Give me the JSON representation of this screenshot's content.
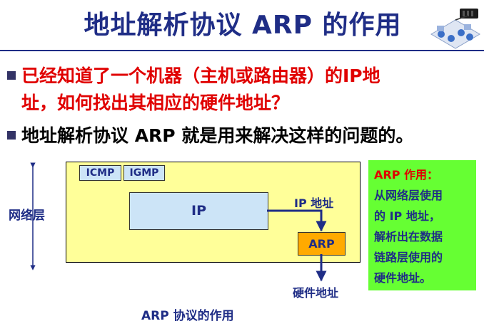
{
  "title": "地址解析协议 ARP 的作用",
  "bullets": [
    {
      "lines": [
        "已经知道了一个机器（主机或路由器）的IP地",
        "址，如何找出其相应的硬件地址？"
      ],
      "color": "#e00000"
    },
    {
      "lines": [
        "地址解析协议 ARP 就是用来解决这样的问题的。"
      ],
      "color": "#000000"
    }
  ],
  "diagram": {
    "layer_label": "网络层",
    "protocols": {
      "icmp": "ICMP",
      "igmp": "IGMP",
      "ip": "IP",
      "arp": "ARP"
    },
    "ip_address_label": "IP 地址",
    "hardware_address_label": "硬件地址",
    "caption": "ARP 协议的作用"
  },
  "note": {
    "heading": "ARP 作用：",
    "lines": [
      "从网络层使用",
      "的 IP 地址，",
      "解析出在数据",
      "链路层使用的",
      "硬件地址。"
    ]
  },
  "colors": {
    "title": "#1f2d86",
    "yellow_area": "#ffff99",
    "protocol_box": "#cce4f7",
    "arp_box": "#ffaa00",
    "note_box": "#66ff33",
    "arrow": "#1f2d86"
  },
  "icons": {
    "logo": "network-devices-icon"
  }
}
